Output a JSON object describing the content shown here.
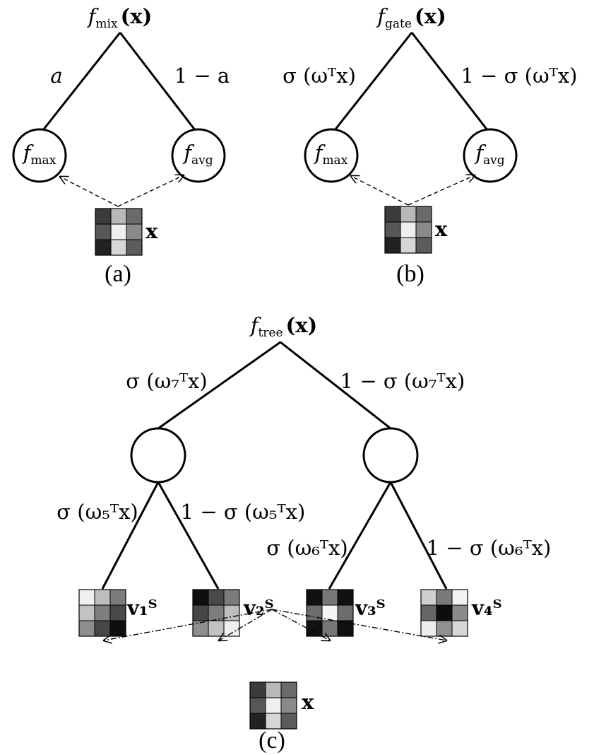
{
  "panels": {
    "a": {
      "caption": "(a)",
      "root": {
        "fn": "f",
        "sub": "mix",
        "arg": "(x)"
      },
      "left_weight": "a",
      "right_weight": "1 − a",
      "left_node": {
        "fn": "f",
        "sub": "max"
      },
      "right_node": {
        "fn": "f",
        "sub": "avg"
      },
      "input_label": "x",
      "input_patch": [
        [
          "#3c3c3c",
          "#b8b8b8",
          "#6a6a6a"
        ],
        [
          "#575757",
          "#efefef",
          "#8a8a8a"
        ],
        [
          "#222222",
          "#d6d6d6",
          "#5c5c5c"
        ]
      ]
    },
    "b": {
      "caption": "(b)",
      "root": {
        "fn": "f",
        "sub": "gate",
        "arg": "(x)"
      },
      "left_weight": "σ (ωᵀx)",
      "right_weight": "1 − σ (ωᵀx)",
      "left_node": {
        "fn": "f",
        "sub": "max"
      },
      "right_node": {
        "fn": "f",
        "sub": "avg"
      },
      "input_label": "x",
      "input_patch": [
        [
          "#3c3c3c",
          "#b8b8b8",
          "#6a6a6a"
        ],
        [
          "#575757",
          "#efefef",
          "#8a8a8a"
        ],
        [
          "#222222",
          "#d6d6d6",
          "#5c5c5c"
        ]
      ]
    },
    "c": {
      "caption": "(c)",
      "root": {
        "fn": "f",
        "sub": "tree",
        "arg": "(x)"
      },
      "top_left_weight": "σ (ω₇ᵀx)",
      "top_right_weight": "1 − σ (ω₇ᵀx)",
      "left_left_weight": "σ (ω₅ᵀx)",
      "left_right_weight": "1 − σ (ω₅ᵀx)",
      "right_left_weight": "σ (ω₆ᵀx)",
      "right_right_weight": "1 − σ (ω₆ᵀx)",
      "leaves": [
        {
          "label": "v₁ᵀ",
          "patch": [
            [
              "#f0f0f0",
              "#bdbdbd",
              "#7c7c7c"
            ],
            [
              "#c2c2c2",
              "#7e7e7e",
              "#4a4a4a"
            ],
            [
              "#8e8e8e",
              "#474747",
              "#0f0f0f"
            ]
          ]
        },
        {
          "label": "v₂ᵀ",
          "patch": [
            [
              "#0f0f0f",
              "#4a4a4a",
              "#7c7c7c"
            ],
            [
              "#474747",
              "#7e7e7e",
              "#bdbdbd"
            ],
            [
              "#8e8e8e",
              "#c2c2c2",
              "#f0f0f0"
            ]
          ]
        },
        {
          "label": "v₃ᵀ",
          "patch": [
            [
              "#111111",
              "#777777",
              "#111111"
            ],
            [
              "#6c6c6c",
              "#f5f5f5",
              "#6c6c6c"
            ],
            [
              "#111111",
              "#777777",
              "#111111"
            ]
          ]
        },
        {
          "label": "v₄ᵀ",
          "patch": [
            [
              "#cfcfcf",
              "#7a7a7a",
              "#f2f2f2"
            ],
            [
              "#666666",
              "#0d0d0d",
              "#8a8a8a"
            ],
            [
              "#eeeeee",
              "#909090",
              "#d6d6d6"
            ]
          ]
        }
      ],
      "input_label": "x",
      "input_patch": [
        [
          "#3c3c3c",
          "#b8b8b8",
          "#6a6a6a"
        ],
        [
          "#575757",
          "#efefef",
          "#8a8a8a"
        ],
        [
          "#222222",
          "#d6d6d6",
          "#5c5c5c"
        ]
      ]
    }
  }
}
